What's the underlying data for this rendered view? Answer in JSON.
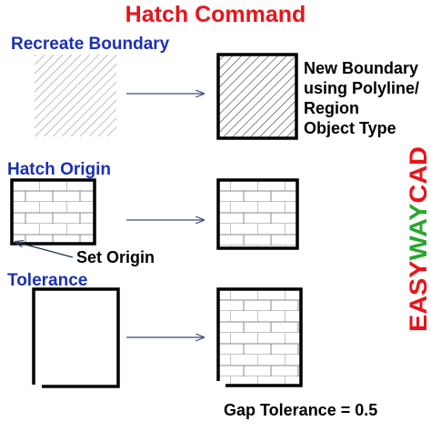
{
  "title": "Hatch Command",
  "sections": {
    "recreate": {
      "label": "Recreate Boundary",
      "note": [
        "New Boundary",
        "using Polyline/",
        "Region",
        "Object Type"
      ]
    },
    "origin": {
      "label": "Hatch Origin",
      "note": "Set Origin"
    },
    "tolerance": {
      "label": "Tolerance",
      "note": "Gap Tolerance = 0.5"
    }
  },
  "brand": {
    "parts": [
      "EASY",
      "WAY",
      "CAD"
    ],
    "colors": [
      "#e8141b",
      "#2aa52f",
      "#e8141b"
    ]
  },
  "colors": {
    "title": "#e8141b",
    "section_label": "#1b30b6",
    "hatch_light": "#9a9a9a",
    "hatch_dark": "#444444",
    "brick": "#8a8a8a",
    "outline": "#000000"
  }
}
